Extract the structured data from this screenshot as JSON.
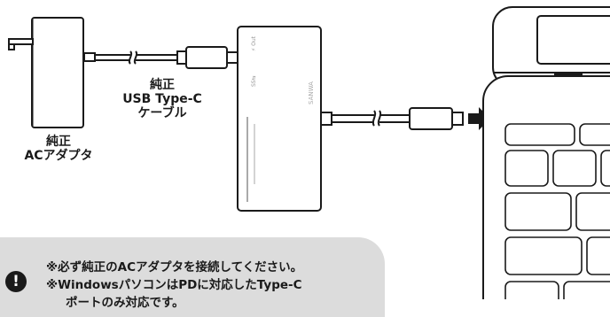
{
  "labels": {
    "ac_adapter": [
      "純正",
      "ACアダプタ"
    ],
    "cable": [
      "純正",
      "USB Type-C",
      "ケーブル"
    ]
  },
  "hub_marks": {
    "port_label": "⚡ Out",
    "usb_label": "SS⇆",
    "brand": "SANWA"
  },
  "note": {
    "icon": "!",
    "lines": [
      "※必ず純正のACアダプタを接続してください。",
      "※WindowsパソコンはPDに対応したType-C",
      "ポートのみ対応です。"
    ]
  }
}
